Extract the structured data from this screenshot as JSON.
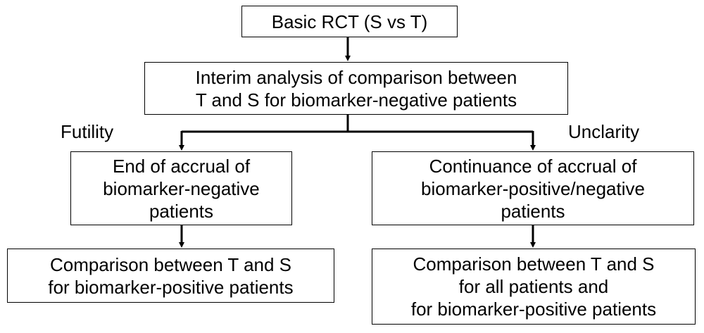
{
  "diagram": {
    "start": {
      "lines": [
        "Basic RCT (S vs T)"
      ]
    },
    "interim": {
      "lines": [
        "Interim analysis of comparison between",
        "T and S for biomarker-negative patients"
      ]
    },
    "left_branch": {
      "label": "Futility",
      "step": {
        "lines": [
          "End of accrual of",
          "biomarker-negative",
          "patients"
        ]
      },
      "result": {
        "lines": [
          "Comparison between T and S",
          "for biomarker-positive patients"
        ]
      }
    },
    "right_branch": {
      "label": "Unclarity",
      "step": {
        "lines": [
          "Continuance of accrual of",
          "biomarker-positive/negative",
          "patients"
        ]
      },
      "result": {
        "lines": [
          "Comparison between T and S",
          "for all patients and",
          "for biomarker-positive patients"
        ]
      }
    },
    "colors": {
      "stroke": "#000000",
      "fill": "#ffffff",
      "text": "#000000"
    }
  }
}
